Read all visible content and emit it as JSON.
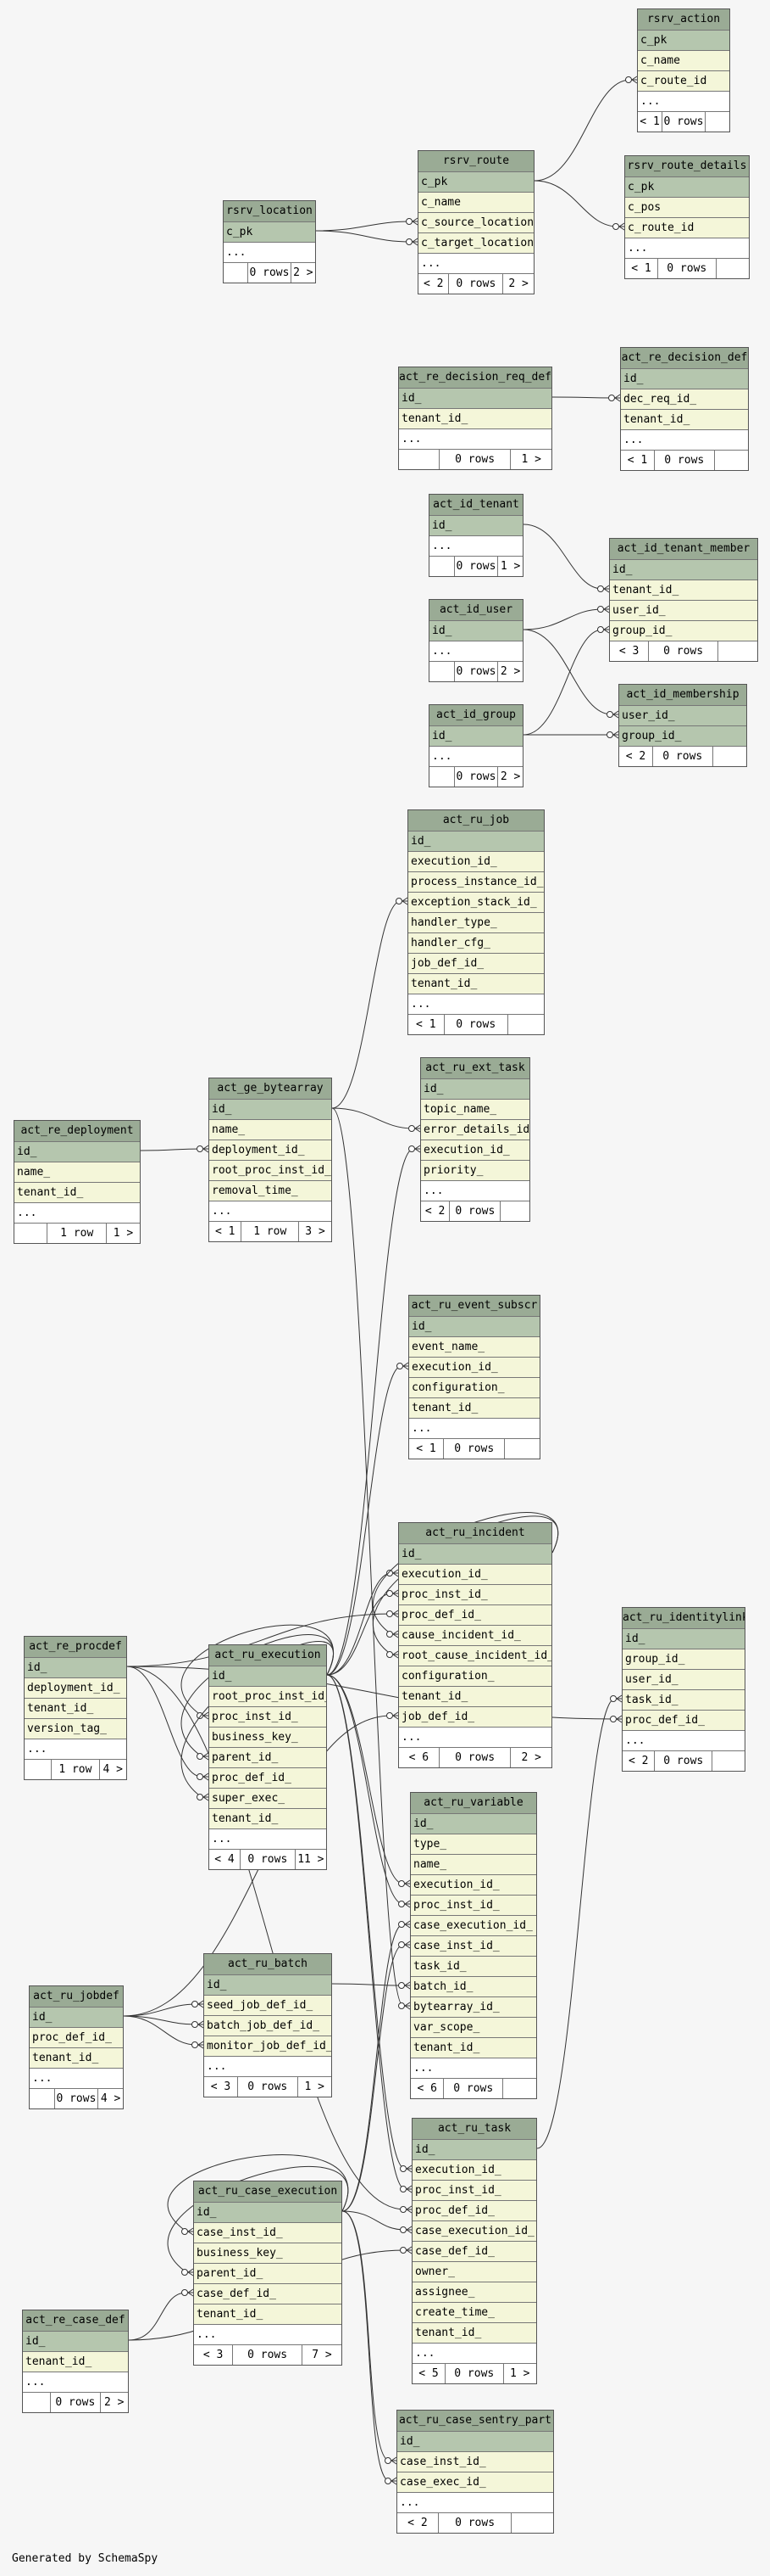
{
  "footer_text": "Generated by SchemaSpy",
  "colors": {
    "header": "#9aab95",
    "key_row": "#b5c6ae",
    "column_row": "#f4f6d9",
    "edge": "#333333"
  },
  "tables": [
    {
      "id": "rsrv_action",
      "name": "rsrv_action",
      "pk": [
        "c_pk"
      ],
      "cols": [
        "c_name",
        "c_route_id"
      ],
      "more": "...",
      "foot": [
        "< 1",
        "0 rows",
        ""
      ]
    },
    {
      "id": "rsrv_route",
      "name": "rsrv_route",
      "pk": [
        "c_pk"
      ],
      "cols": [
        "c_name",
        "c_source_location",
        "c_target_location"
      ],
      "more": "...",
      "foot": [
        "< 2",
        "0 rows",
        "2 >"
      ]
    },
    {
      "id": "rsrv_route_details",
      "name": "rsrv_route_details",
      "pk": [
        "c_pk"
      ],
      "cols": [
        "c_pos",
        "c_route_id"
      ],
      "more": "...",
      "foot": [
        "< 1",
        "0 rows",
        ""
      ]
    },
    {
      "id": "rsrv_location",
      "name": "rsrv_location",
      "pk": [
        "c_pk"
      ],
      "cols": [],
      "more": "...",
      "foot": [
        "",
        "0 rows",
        "2 >"
      ]
    },
    {
      "id": "act_re_decision_req_def",
      "name": "act_re_decision_req_def",
      "pk": [
        "id_"
      ],
      "cols": [
        "tenant_id_"
      ],
      "more": "...",
      "foot": [
        "",
        "0 rows",
        "1 >"
      ]
    },
    {
      "id": "act_re_decision_def",
      "name": "act_re_decision_def",
      "pk": [
        "id_"
      ],
      "cols": [
        "dec_req_id_",
        "tenant_id_"
      ],
      "more": "...",
      "foot": [
        "< 1",
        "0 rows",
        ""
      ]
    },
    {
      "id": "act_id_tenant",
      "name": "act_id_tenant",
      "pk": [
        "id_"
      ],
      "cols": [],
      "more": "...",
      "foot": [
        "",
        "0 rows",
        "1 >"
      ]
    },
    {
      "id": "act_id_tenant_member",
      "name": "act_id_tenant_member",
      "pk": [
        "id_"
      ],
      "cols": [
        "tenant_id_",
        "user_id_",
        "group_id_"
      ],
      "more": "",
      "foot": [
        "< 3",
        "0 rows",
        ""
      ]
    },
    {
      "id": "act_id_user",
      "name": "act_id_user",
      "pk": [
        "id_"
      ],
      "cols": [],
      "more": "...",
      "foot": [
        "",
        "0 rows",
        "2 >"
      ]
    },
    {
      "id": "act_id_membership",
      "name": "act_id_membership",
      "pk": [
        "user_id_",
        "group_id_"
      ],
      "cols": [],
      "more": "",
      "foot": [
        "< 2",
        "0 rows",
        ""
      ]
    },
    {
      "id": "act_id_group",
      "name": "act_id_group",
      "pk": [
        "id_"
      ],
      "cols": [],
      "more": "...",
      "foot": [
        "",
        "0 rows",
        "2 >"
      ]
    },
    {
      "id": "act_ru_job",
      "name": "act_ru_job",
      "pk": [
        "id_"
      ],
      "cols": [
        "execution_id_",
        "process_instance_id_",
        "exception_stack_id_",
        "handler_type_",
        "handler_cfg_",
        "job_def_id_",
        "tenant_id_"
      ],
      "more": "...",
      "foot": [
        "< 1",
        "0 rows",
        ""
      ]
    },
    {
      "id": "act_re_deployment",
      "name": "act_re_deployment",
      "pk": [
        "id_"
      ],
      "cols": [
        "name_",
        "tenant_id_"
      ],
      "more": "...",
      "foot": [
        "",
        "1 row",
        "1 >"
      ]
    },
    {
      "id": "act_ge_bytearray",
      "name": "act_ge_bytearray",
      "pk": [
        "id_"
      ],
      "cols": [
        "name_",
        "deployment_id_",
        "root_proc_inst_id_",
        "removal_time_"
      ],
      "more": "...",
      "foot": [
        "< 1",
        "1 row",
        "3 >"
      ]
    },
    {
      "id": "act_ru_ext_task",
      "name": "act_ru_ext_task",
      "pk": [
        "id_"
      ],
      "cols": [
        "topic_name_",
        "error_details_id_",
        "execution_id_",
        "priority_"
      ],
      "more": "...",
      "foot": [
        "< 2",
        "0 rows",
        ""
      ]
    },
    {
      "id": "act_ru_event_subscr",
      "name": "act_ru_event_subscr",
      "pk": [
        "id_"
      ],
      "cols": [
        "event_name_",
        "execution_id_",
        "configuration_",
        "tenant_id_"
      ],
      "more": "...",
      "foot": [
        "< 1",
        "0 rows",
        ""
      ]
    },
    {
      "id": "act_ru_incident",
      "name": "act_ru_incident",
      "pk": [
        "id_"
      ],
      "cols": [
        "execution_id_",
        "proc_inst_id_",
        "proc_def_id_",
        "cause_incident_id_",
        "root_cause_incident_id_",
        "configuration_",
        "tenant_id_",
        "job_def_id_"
      ],
      "more": "...",
      "foot": [
        "< 6",
        "0 rows",
        "2 >"
      ]
    },
    {
      "id": "act_re_procdef",
      "name": "act_re_procdef",
      "pk": [
        "id_"
      ],
      "cols": [
        "deployment_id_",
        "tenant_id_",
        "version_tag_"
      ],
      "more": "...",
      "foot": [
        "",
        "1 row",
        "4 >"
      ]
    },
    {
      "id": "act_ru_execution",
      "name": "act_ru_execution",
      "pk": [
        "id_"
      ],
      "cols": [
        "root_proc_inst_id_",
        "proc_inst_id_",
        "business_key_",
        "parent_id_",
        "proc_def_id_",
        "super_exec_",
        "tenant_id_"
      ],
      "more": "...",
      "foot": [
        "< 4",
        "0 rows",
        "11 >"
      ]
    },
    {
      "id": "act_ru_identitylink",
      "name": "act_ru_identitylink",
      "pk": [
        "id_"
      ],
      "cols": [
        "group_id_",
        "user_id_",
        "task_id_",
        "proc_def_id_"
      ],
      "more": "...",
      "foot": [
        "< 2",
        "0 rows",
        ""
      ]
    },
    {
      "id": "act_ru_variable",
      "name": "act_ru_variable",
      "pk": [
        "id_"
      ],
      "cols": [
        "type_",
        "name_",
        "execution_id_",
        "proc_inst_id_",
        "case_execution_id_",
        "case_inst_id_",
        "task_id_",
        "batch_id_",
        "bytearray_id_",
        "var_scope_",
        "tenant_id_"
      ],
      "more": "...",
      "foot": [
        "< 6",
        "0 rows",
        ""
      ]
    },
    {
      "id": "act_ru_jobdef",
      "name": "act_ru_jobdef",
      "pk": [
        "id_"
      ],
      "cols": [
        "proc_def_id_",
        "tenant_id_"
      ],
      "more": "...",
      "foot": [
        "",
        "0 rows",
        "4 >"
      ]
    },
    {
      "id": "act_ru_batch",
      "name": "act_ru_batch",
      "pk": [
        "id_"
      ],
      "cols": [
        "seed_job_def_id_",
        "batch_job_def_id_",
        "monitor_job_def_id_"
      ],
      "more": "...",
      "foot": [
        "< 3",
        "0 rows",
        "1 >"
      ]
    },
    {
      "id": "act_ru_task",
      "name": "act_ru_task",
      "pk": [
        "id_"
      ],
      "cols": [
        "execution_id_",
        "proc_inst_id_",
        "proc_def_id_",
        "case_execution_id_",
        "case_def_id_",
        "owner_",
        "assignee_",
        "create_time_",
        "tenant_id_"
      ],
      "more": "...",
      "foot": [
        "< 5",
        "0 rows",
        "1 >"
      ]
    },
    {
      "id": "act_ru_case_execution",
      "name": "act_ru_case_execution",
      "pk": [
        "id_"
      ],
      "cols": [
        "case_inst_id_",
        "business_key_",
        "parent_id_",
        "case_def_id_",
        "tenant_id_"
      ],
      "more": "...",
      "foot": [
        "< 3",
        "0 rows",
        "7 >"
      ]
    },
    {
      "id": "act_re_case_def",
      "name": "act_re_case_def",
      "pk": [
        "id_"
      ],
      "cols": [
        "tenant_id_"
      ],
      "more": "...",
      "foot": [
        "",
        "0 rows",
        "2 >"
      ]
    },
    {
      "id": "act_ru_case_sentry_part",
      "name": "act_ru_case_sentry_part",
      "pk": [
        "id_"
      ],
      "cols": [
        "case_inst_id_",
        "case_exec_id_"
      ],
      "more": "...",
      "foot": [
        "< 2",
        "0 rows",
        ""
      ]
    }
  ],
  "relations": [
    {
      "from": "rsrv_route",
      "to": "rsrv_action",
      "col": "c_route_id"
    },
    {
      "from": "rsrv_route",
      "to": "rsrv_route_details",
      "col": "c_route_id"
    },
    {
      "from": "rsrv_location",
      "to": "rsrv_route",
      "col": "c_source_location"
    },
    {
      "from": "rsrv_location",
      "to": "rsrv_route",
      "col": "c_target_location"
    },
    {
      "from": "act_re_decision_req_def",
      "to": "act_re_decision_def",
      "col": "dec_req_id_"
    },
    {
      "from": "act_id_tenant",
      "to": "act_id_tenant_member",
      "col": "tenant_id_"
    },
    {
      "from": "act_id_user",
      "to": "act_id_tenant_member",
      "col": "user_id_"
    },
    {
      "from": "act_id_group",
      "to": "act_id_tenant_member",
      "col": "group_id_"
    },
    {
      "from": "act_id_user",
      "to": "act_id_membership",
      "col": "user_id_"
    },
    {
      "from": "act_id_group",
      "to": "act_id_membership",
      "col": "group_id_"
    },
    {
      "from": "act_re_deployment",
      "to": "act_ge_bytearray",
      "col": "deployment_id_"
    },
    {
      "from": "act_ge_bytearray",
      "to": "act_ru_job",
      "col": "exception_stack_id_"
    },
    {
      "from": "act_ge_bytearray",
      "to": "act_ru_ext_task",
      "col": "error_details_id_"
    },
    {
      "from": "act_ge_bytearray",
      "to": "act_ru_variable",
      "col": "bytearray_id_"
    },
    {
      "from": "act_ru_execution",
      "to": "act_ru_ext_task",
      "col": "execution_id_"
    },
    {
      "from": "act_ru_execution",
      "to": "act_ru_event_subscr",
      "col": "execution_id_"
    },
    {
      "from": "act_ru_execution",
      "to": "act_ru_incident",
      "col": "execution_id_"
    },
    {
      "from": "act_ru_execution",
      "to": "act_ru_incident",
      "col": "proc_inst_id_"
    },
    {
      "from": "act_re_procdef",
      "to": "act_ru_incident",
      "col": "proc_def_id_"
    },
    {
      "from": "act_ru_incident",
      "to": "act_ru_incident",
      "col": "cause_incident_id_"
    },
    {
      "from": "act_ru_incident",
      "to": "act_ru_incident",
      "col": "root_cause_incident_id_"
    },
    {
      "from": "act_ru_jobdef",
      "to": "act_ru_incident",
      "col": "job_def_id_"
    },
    {
      "from": "act_ru_execution",
      "to": "act_ru_execution",
      "col": "proc_inst_id_"
    },
    {
      "from": "act_ru_execution",
      "to": "act_ru_execution",
      "col": "parent_id_"
    },
    {
      "from": "act_ru_execution",
      "to": "act_ru_execution",
      "col": "super_exec_"
    },
    {
      "from": "act_re_procdef",
      "to": "act_ru_execution",
      "col": "proc_def_id_"
    },
    {
      "from": "act_ru_task",
      "to": "act_ru_identitylink",
      "col": "task_id_"
    },
    {
      "from": "act_re_procdef",
      "to": "act_ru_identitylink",
      "col": "proc_def_id_"
    },
    {
      "from": "act_ru_execution",
      "to": "act_ru_variable",
      "col": "execution_id_"
    },
    {
      "from": "act_ru_execution",
      "to": "act_ru_variable",
      "col": "proc_inst_id_"
    },
    {
      "from": "act_ru_case_execution",
      "to": "act_ru_variable",
      "col": "case_execution_id_"
    },
    {
      "from": "act_ru_case_execution",
      "to": "act_ru_variable",
      "col": "case_inst_id_"
    },
    {
      "from": "act_ru_batch",
      "to": "act_ru_variable",
      "col": "batch_id_"
    },
    {
      "from": "act_ru_jobdef",
      "to": "act_ru_batch",
      "col": "seed_job_def_id_"
    },
    {
      "from": "act_ru_jobdef",
      "to": "act_ru_batch",
      "col": "batch_job_def_id_"
    },
    {
      "from": "act_ru_jobdef",
      "to": "act_ru_batch",
      "col": "monitor_job_def_id_"
    },
    {
      "from": "act_ru_execution",
      "to": "act_ru_task",
      "col": "execution_id_"
    },
    {
      "from": "act_ru_execution",
      "to": "act_ru_task",
      "col": "proc_inst_id_"
    },
    {
      "from": "act_re_procdef",
      "to": "act_ru_task",
      "col": "proc_def_id_"
    },
    {
      "from": "act_ru_case_execution",
      "to": "act_ru_task",
      "col": "case_execution_id_"
    },
    {
      "from": "act_re_case_def",
      "to": "act_ru_task",
      "col": "case_def_id_"
    },
    {
      "from": "act_ru_case_execution",
      "to": "act_ru_case_execution",
      "col": "case_inst_id_"
    },
    {
      "from": "act_ru_case_execution",
      "to": "act_ru_case_execution",
      "col": "parent_id_"
    },
    {
      "from": "act_re_case_def",
      "to": "act_ru_case_execution",
      "col": "case_def_id_"
    },
    {
      "from": "act_ru_case_execution",
      "to": "act_ru_case_sentry_part",
      "col": "case_inst_id_"
    },
    {
      "from": "act_ru_case_execution",
      "to": "act_ru_case_sentry_part",
      "col": "case_exec_id_"
    }
  ]
}
